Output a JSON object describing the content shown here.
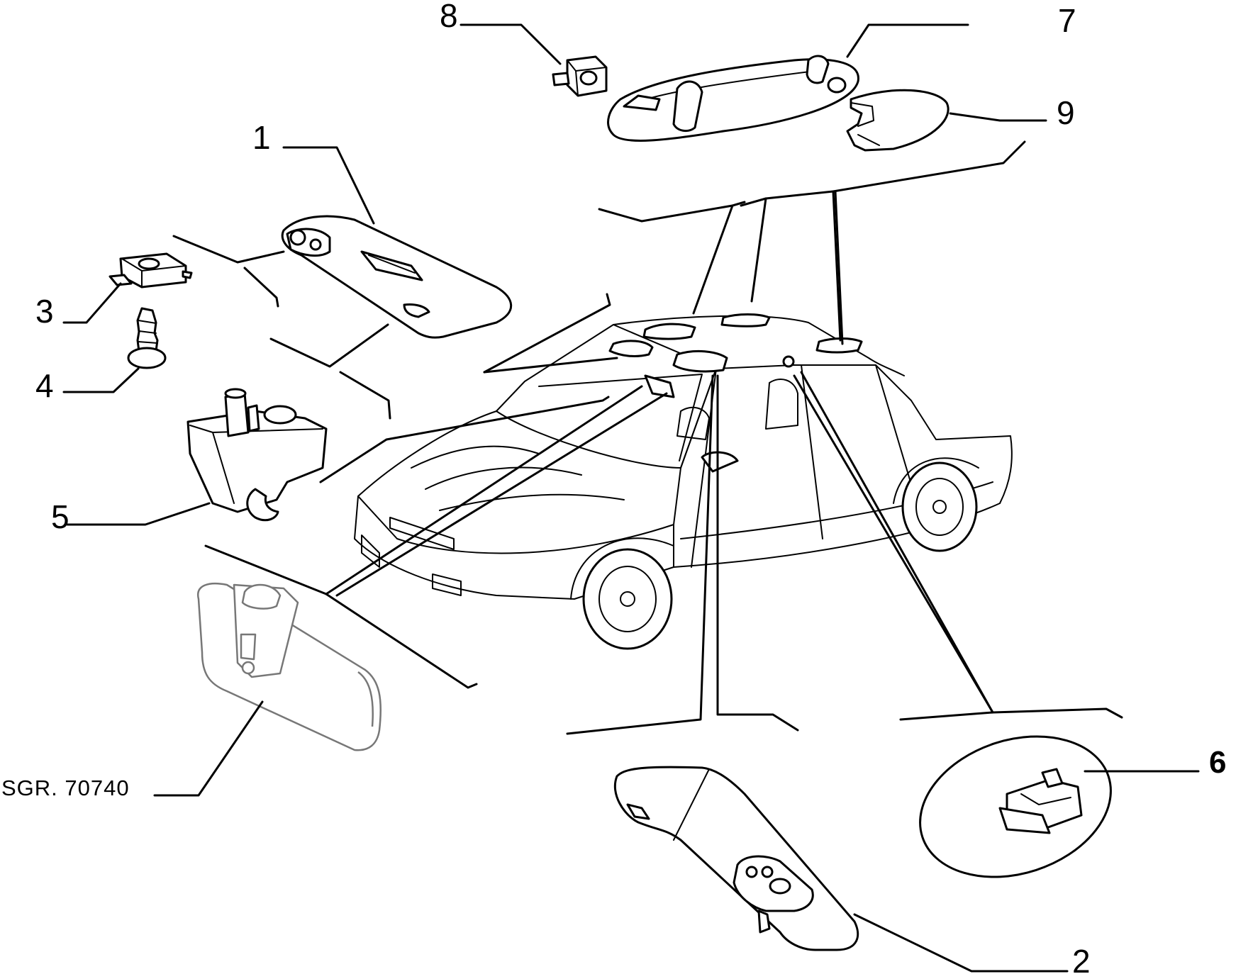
{
  "callouts": {
    "c1": "1",
    "c2": "2",
    "c3": "3",
    "c4": "4",
    "c5": "5",
    "c6": "6",
    "c7": "7",
    "c8": "8",
    "c9": "9"
  },
  "reference": "SGR. 70740",
  "icons": [
    "sun-visor-right",
    "sun-visor-left",
    "bracket-clip",
    "screw",
    "visor-support",
    "interior-light",
    "grab-handle",
    "handle-clip",
    "handle-cap",
    "rear-view-mirror",
    "car-body"
  ]
}
